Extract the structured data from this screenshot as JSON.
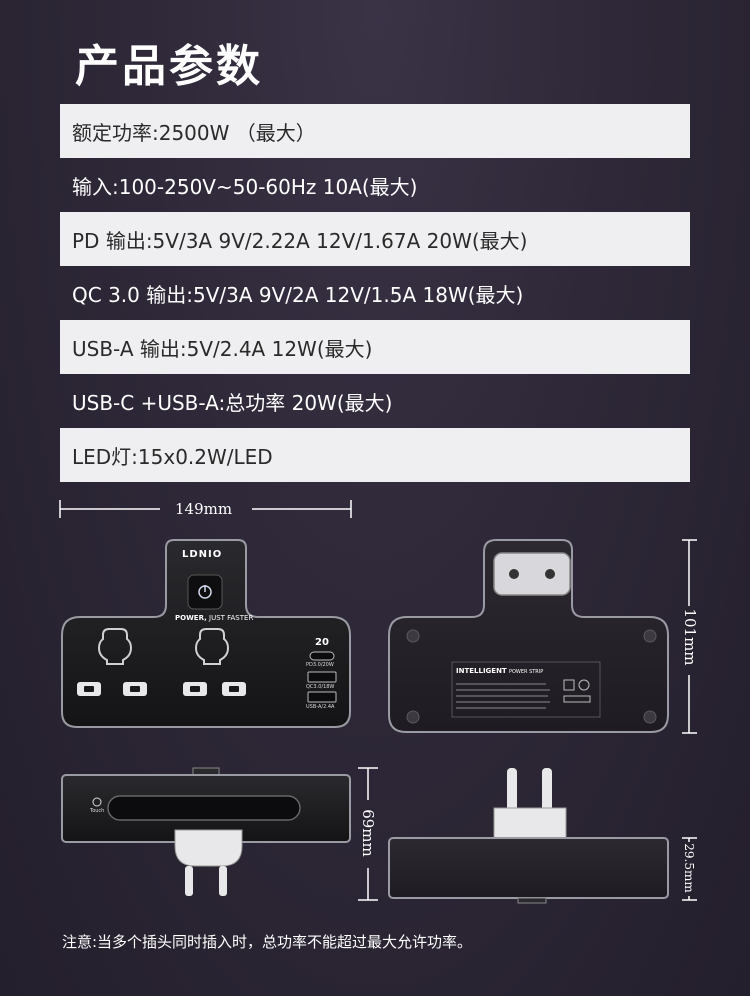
{
  "title": "产品参数",
  "specs": [
    "额定功率:2500W （最大）",
    "输入:100-250V~50-60Hz 10A(最大)",
    "PD 输出:5V/3A 9V/2.22A 12V/1.67A 20W(最大)",
    "QC 3.0 输出:5V/3A 9V/2A 12V/1.5A 18W(最大)",
    "USB-A 输出:5V/2.4A 12W(最大)",
    "USB-C +USB-A:总功率 20W(最大)",
    "LED灯:15x0.2W/LED"
  ],
  "dimensions": {
    "width": "149mm",
    "height": "101mm",
    "depth_front": "69mm",
    "depth_side": "29.5mm"
  },
  "device_front": {
    "brand": "LDNIO",
    "slogan_main": "POWER,",
    "slogan_sub": "JUST FASTER",
    "pd_label": "20",
    "pd_port": "PD3.0/20W",
    "qc_port": "QC3.0/18W",
    "usba_port": "USB-A/2.4A"
  },
  "device_back": {
    "label_title": "INTELLIGENT",
    "label_sub": "POWER STRIP"
  },
  "device_side": {
    "touch_label": "Touch"
  },
  "note": "注意:当多个插头同时插入时，总功率不能超过最大允许功率。"
}
